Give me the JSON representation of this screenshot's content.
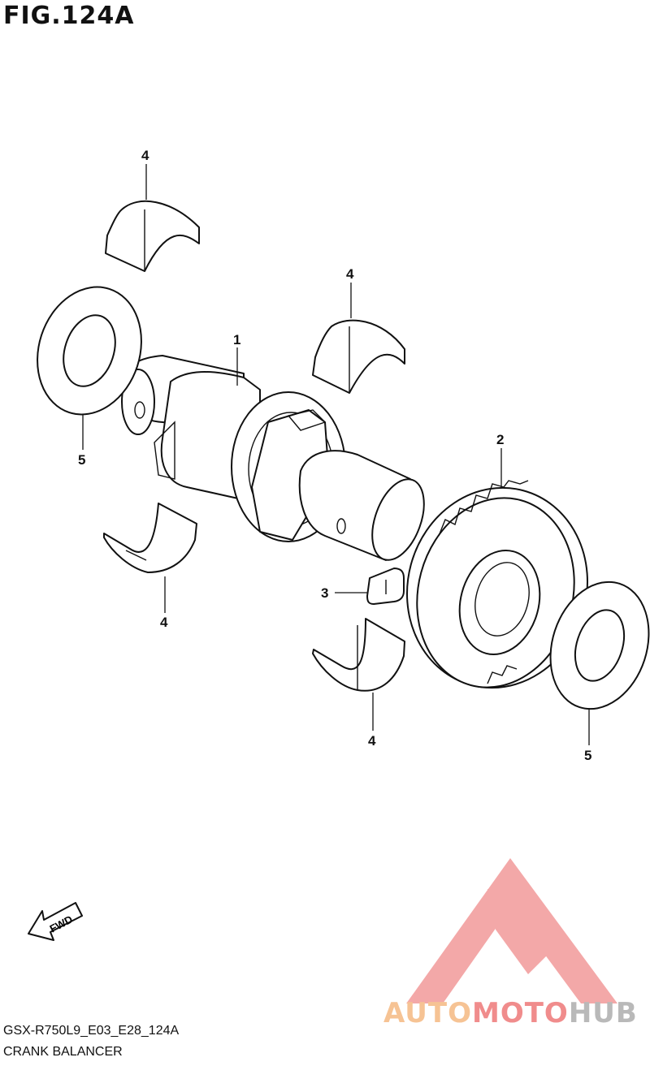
{
  "figure": {
    "title": "FIG.124A",
    "model_code": "GSX-R750L9_E03_E28_124A",
    "caption": "CRANK BALANCER"
  },
  "callouts": [
    {
      "id": "c1",
      "label": "1"
    },
    {
      "id": "c2",
      "label": "2"
    },
    {
      "id": "c3",
      "label": "3"
    },
    {
      "id": "c4a",
      "label": "4"
    },
    {
      "id": "c4b",
      "label": "4"
    },
    {
      "id": "c4c",
      "label": "4"
    },
    {
      "id": "c4d",
      "label": "4"
    },
    {
      "id": "c5a",
      "label": "5"
    },
    {
      "id": "c5b",
      "label": "5"
    }
  ],
  "fwd_arrow": {
    "label": "FWD"
  },
  "watermark": {
    "part1": "AUTO",
    "part2": "MOTO",
    "part3": "HUB",
    "colors": {
      "auto": "#f6c394",
      "moto": "#f08c8c",
      "hub": "#b9b9b9",
      "logo": "#f29999"
    }
  }
}
